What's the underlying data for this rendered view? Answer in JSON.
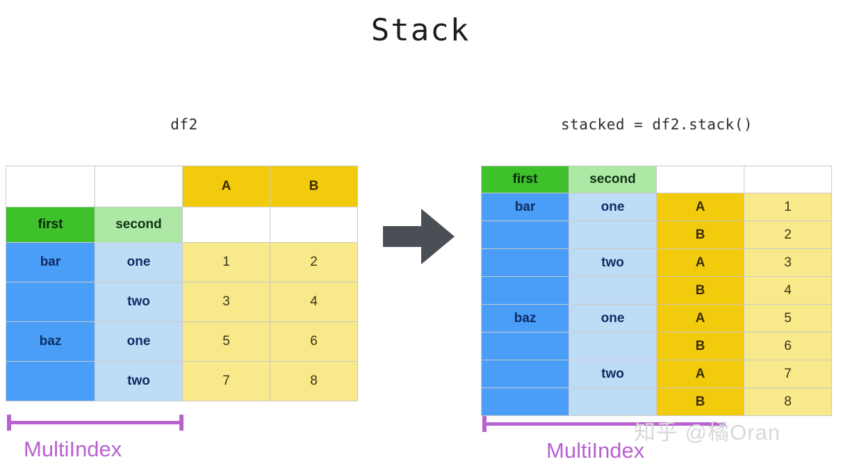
{
  "title": "Stack",
  "watermark": "知乎 @橘Oran",
  "colors": {
    "header_yellow": "#f2cc0c",
    "cell_yellow": "#f8e98a",
    "index_blue": "#4a9ef8",
    "index_blue_light": "#bfdcf7",
    "label_green": "#3fc12b",
    "label_green_light": "#aee8a5",
    "bracket_purple": "#b862cf",
    "arrow_gray": "#4a4f55"
  },
  "left": {
    "caption": "df2",
    "column_headers": [
      "A",
      "B"
    ],
    "index_names": [
      "first",
      "second"
    ],
    "rows": [
      {
        "first": "bar",
        "second": "one",
        "A": "1",
        "B": "2"
      },
      {
        "first": "",
        "second": "two",
        "A": "3",
        "B": "4"
      },
      {
        "first": "baz",
        "second": "one",
        "A": "5",
        "B": "6"
      },
      {
        "first": "",
        "second": "two",
        "A": "7",
        "B": "8"
      }
    ],
    "multiindex_label": "MultiIndex"
  },
  "right": {
    "caption": "stacked = df2.stack()",
    "index_names": [
      "first",
      "second"
    ],
    "rows": [
      {
        "first": "bar",
        "second": "one",
        "level3": "A",
        "value": "1"
      },
      {
        "first": "",
        "second": "",
        "level3": "B",
        "value": "2"
      },
      {
        "first": "",
        "second": "two",
        "level3": "A",
        "value": "3"
      },
      {
        "first": "",
        "second": "",
        "level3": "B",
        "value": "4"
      },
      {
        "first": "baz",
        "second": "one",
        "level3": "A",
        "value": "5"
      },
      {
        "first": "",
        "second": "",
        "level3": "B",
        "value": "6"
      },
      {
        "first": "",
        "second": "two",
        "level3": "A",
        "value": "7"
      },
      {
        "first": "",
        "second": "",
        "level3": "B",
        "value": "8"
      }
    ],
    "multiindex_label": "MultiIndex"
  }
}
